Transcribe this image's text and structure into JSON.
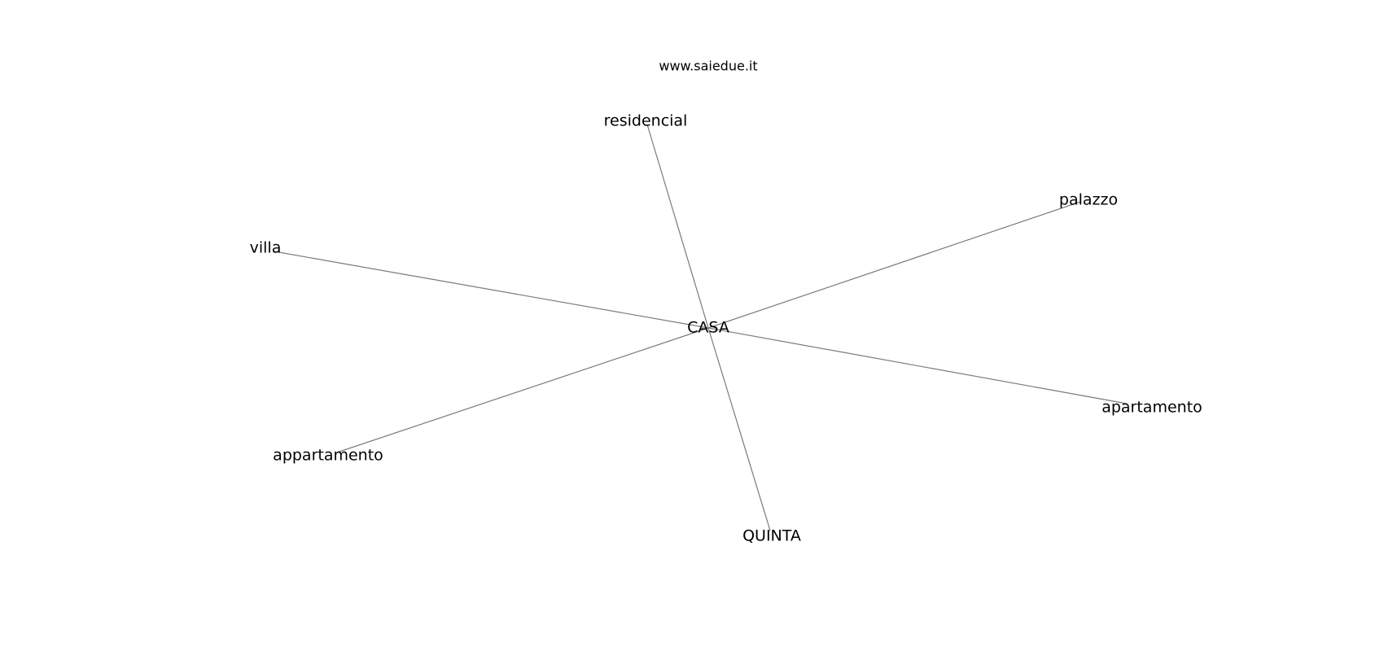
{
  "watermark": "www.saiedue.it",
  "center": {
    "id": "casa",
    "label": "CASA"
  },
  "nodes": [
    {
      "id": "residencial",
      "label": "residencial"
    },
    {
      "id": "palazzo",
      "label": "palazzo"
    },
    {
      "id": "villa",
      "label": "villa"
    },
    {
      "id": "apartamento",
      "label": "apartamento"
    },
    {
      "id": "appartamento",
      "label": "appartamento"
    },
    {
      "id": "quinta",
      "label": "QUINTA"
    }
  ],
  "edges": [
    {
      "from": "casa",
      "to": "residencial"
    },
    {
      "from": "casa",
      "to": "palazzo"
    },
    {
      "from": "casa",
      "to": "villa"
    },
    {
      "from": "casa",
      "to": "apartamento"
    },
    {
      "from": "casa",
      "to": "appartamento"
    },
    {
      "from": "casa",
      "to": "quinta"
    }
  ],
  "colors": {
    "edge": "#7a7a7a",
    "text": "#000000",
    "background": "#ffffff"
  }
}
